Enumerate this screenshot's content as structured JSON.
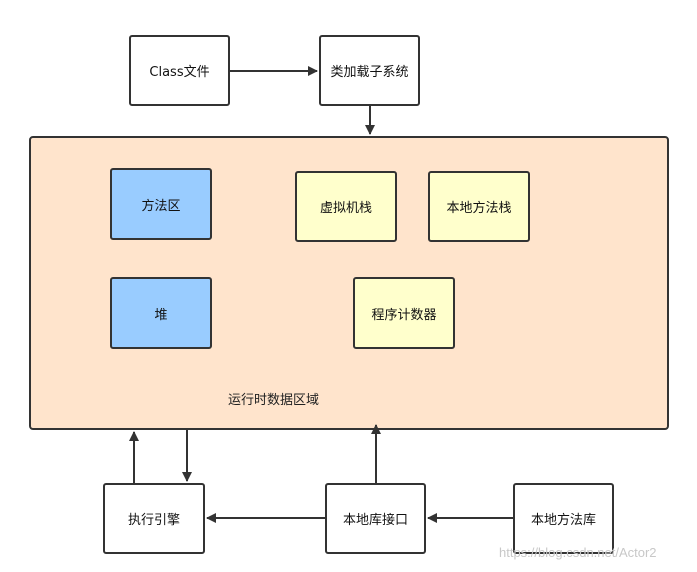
{
  "nodes": {
    "class_file": "Class文件",
    "class_loader": "类加载子系统",
    "method_area": "方法区",
    "heap": "堆",
    "vm_stack": "虚拟机栈",
    "native_method_stack": "本地方法栈",
    "pc_register": "程序计数器",
    "runtime_area_label": "运行时数据区域",
    "execution_engine": "执行引擎",
    "native_interface": "本地库接口",
    "native_library": "本地方法库"
  },
  "colors": {
    "runtime_area": "#ffe4cc",
    "shared_area_box": "#99ccff",
    "thread_private_box": "#ffffcc",
    "border": "#333333"
  },
  "watermark": "https://blog.csdn.net/Actor2"
}
